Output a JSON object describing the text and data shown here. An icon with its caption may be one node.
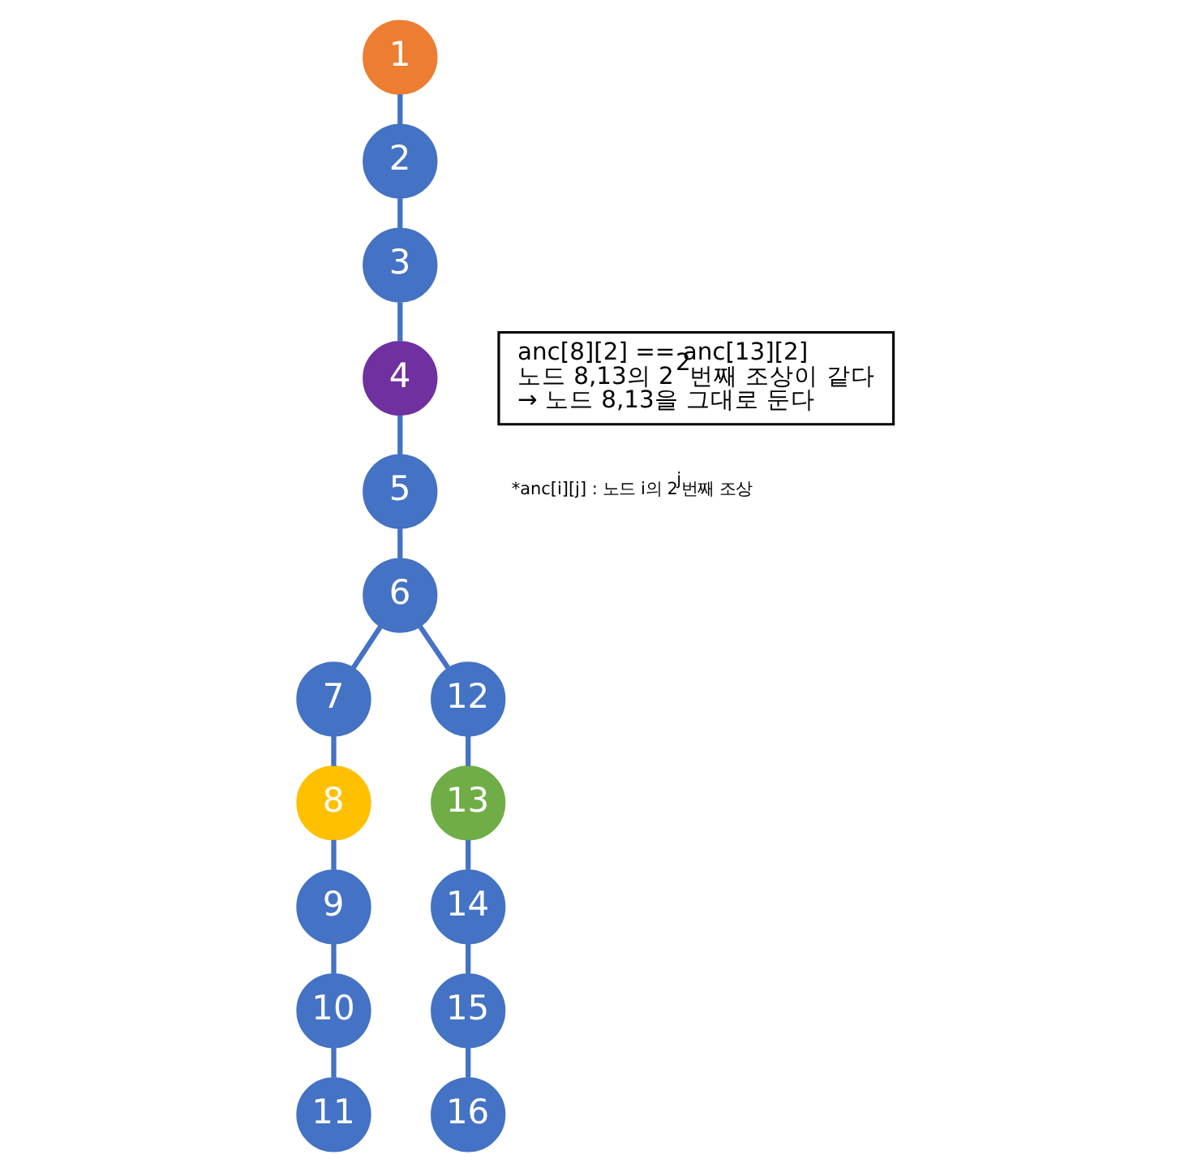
{
  "diagram": {
    "nodes": [
      {
        "text": [
          "1"
        ]
      },
      {
        "text": [
          "2"
        ]
      },
      {
        "text": [
          "3"
        ]
      },
      {
        "text": [
          "4"
        ]
      },
      {
        "text": [
          "5"
        ]
      },
      {
        "text": [
          "6"
        ]
      },
      {
        "text": [
          "7"
        ]
      },
      {
        "text": [
          "8"
        ]
      },
      {
        "text": [
          "9"
        ]
      },
      {
        "text": [
          "10"
        ]
      },
      {
        "text": [
          "11"
        ]
      },
      {
        "text": [
          "12"
        ]
      },
      {
        "text": [
          "13"
        ]
      },
      {
        "text": [
          "14"
        ]
      },
      {
        "text": [
          "15"
        ]
      },
      {
        "text": [
          "16"
        ]
      },
      {
        "text": [
          "anc[8][2] == anc[13][2]",
          "노드 8,13의 2$^{2}$번째 조상이 같다",
          "→ 노드 8,13을 그대로 둔다"
        ]
      }
    ],
    "edges": [
      {
        "from": 0,
        "to": 1,
        "arrow": "none"
      },
      {
        "from": 1,
        "to": 2,
        "arrow": "none"
      },
      {
        "from": 2,
        "to": 3,
        "arrow": "none"
      },
      {
        "from": 3,
        "to": 4,
        "arrow": "none"
      },
      {
        "from": 4,
        "to": 5,
        "arrow": "none"
      },
      {
        "from": 5,
        "to": 6,
        "arrow": "none"
      },
      {
        "from": 6,
        "to": 7,
        "arrow": "none"
      },
      {
        "from": 7,
        "to": 8,
        "arrow": "none"
      },
      {
        "from": 8,
        "to": 9,
        "arrow": "none"
      },
      {
        "from": 9,
        "to": 10,
        "arrow": "none"
      },
      {
        "from": 5,
        "to": 11,
        "arrow": "none"
      },
      {
        "from": 11,
        "to": 12,
        "arrow": "none"
      },
      {
        "from": 12,
        "to": 13,
        "arrow": "none"
      },
      {
        "from": 13,
        "to": 14,
        "arrow": "none"
      },
      {
        "from": 14,
        "to": 15,
        "arrow": "none"
      }
    ],
    "labels": [
      "*anc[i][j] : 노드 i의 2$^{j}$번째 조상"
    ]
  }
}
